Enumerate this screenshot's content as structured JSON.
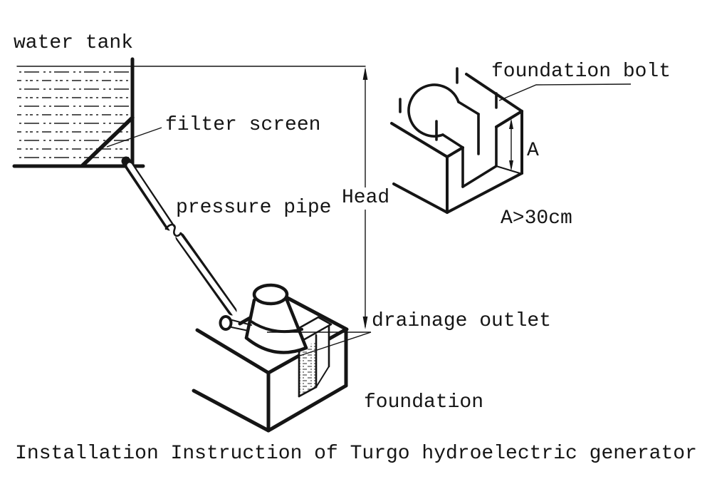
{
  "diagram": {
    "title": "Installation Instruction of Turgo hydroelectric generator",
    "labels": {
      "water_tank": "water tank",
      "filter_screen": "filter screen",
      "pressure_pipe": "pressure pipe",
      "head": "Head",
      "drainage_outlet": "drainage outlet",
      "foundation": "foundation",
      "foundation_bolt": "foundation bolt",
      "bolt_depth_letter": "A",
      "bolt_depth_note": "A>30cm"
    },
    "colors": {
      "line": "#151515",
      "background": "#ffffff",
      "water_dash": "#555555"
    }
  }
}
